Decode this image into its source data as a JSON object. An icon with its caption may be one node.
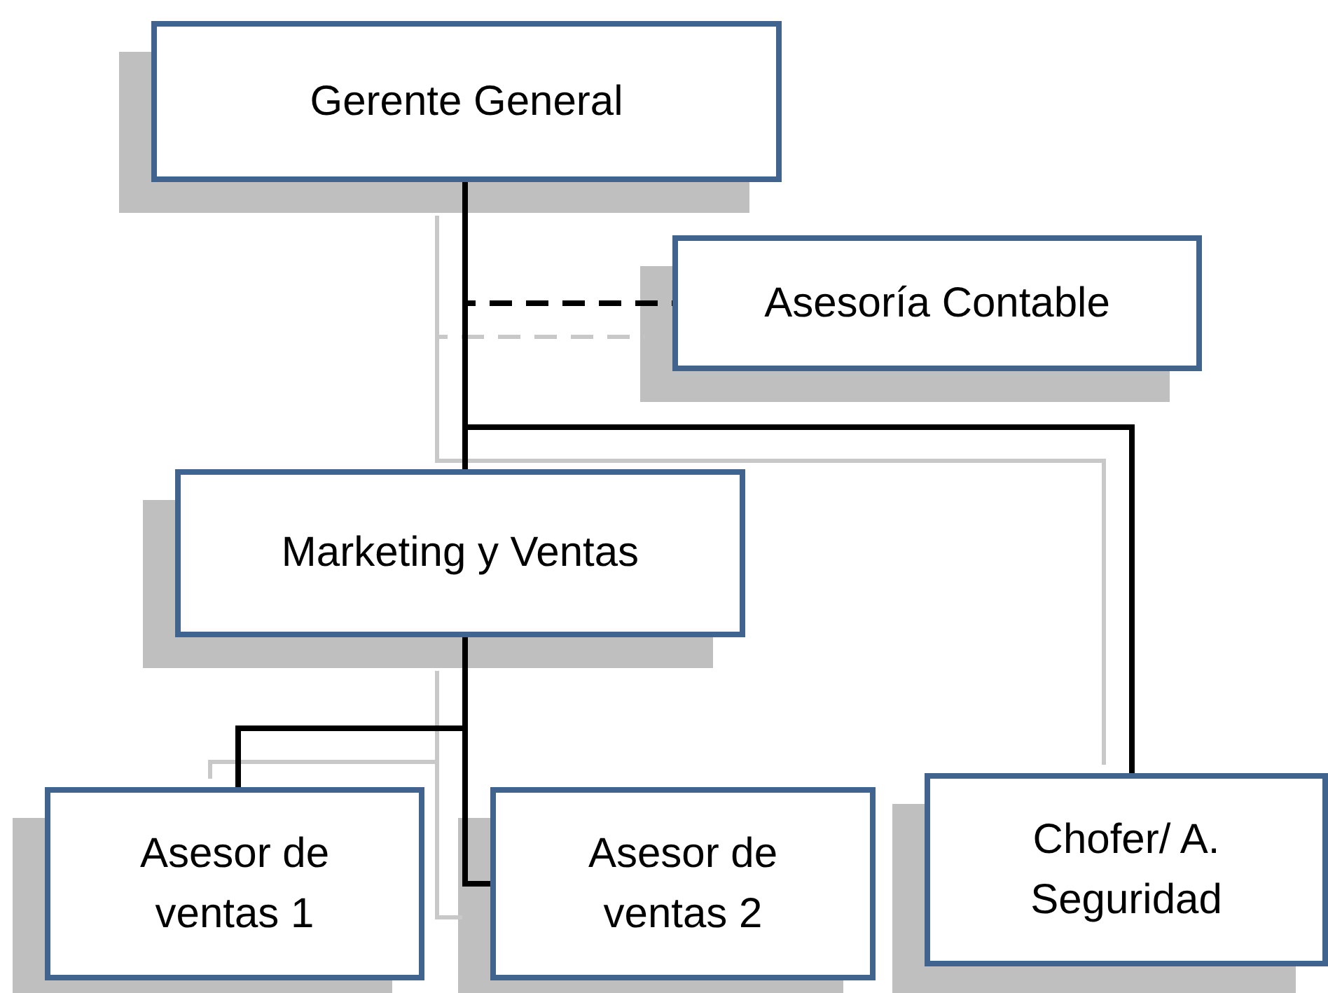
{
  "diagram": {
    "nodes": [
      {
        "text": [
          "Gerente General"
        ]
      },
      {
        "text": [
          "Asesoría Contable"
        ]
      },
      {
        "text": [
          "Marketing y Ventas"
        ]
      },
      {
        "text": [
          "Asesor de ventas 1"
        ]
      },
      {
        "text": [
          "Asesor de ventas 2"
        ]
      },
      {
        "text": [
          "Chofer/ A. Seguridad"
        ]
      }
    ],
    "edges": [
      {
        "from": 0,
        "to": 2,
        "arrow": "none"
      },
      {
        "from": 0,
        "to": 1,
        "arrow": "none",
        "style": "dashed"
      },
      {
        "from": 0,
        "to": 5,
        "arrow": "none"
      },
      {
        "from": 2,
        "to": 3,
        "arrow": "none"
      },
      {
        "from": 2,
        "to": 4,
        "arrow": "none"
      }
    ]
  }
}
